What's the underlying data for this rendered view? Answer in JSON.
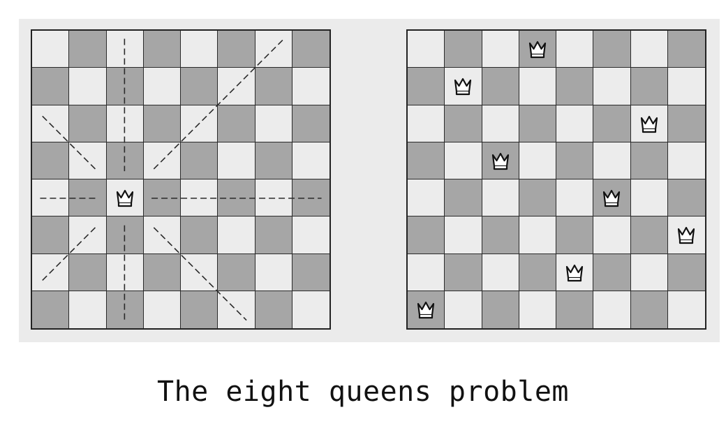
{
  "caption": "The eight queens problem",
  "colors": {
    "light_square": "#ececec",
    "dark_square": "#a6a6a6",
    "grid_line": "#2a2a2a",
    "panel": "#ebebeb"
  },
  "left_board": {
    "queen": {
      "row": 4,
      "col": 2
    },
    "attack_lines": "dashed lines along the queen's row, column and both diagonals",
    "icon": "crown-queen-icon"
  },
  "right_board": {
    "queens": [
      {
        "row": 0,
        "col": 3
      },
      {
        "row": 1,
        "col": 1
      },
      {
        "row": 2,
        "col": 6
      },
      {
        "row": 3,
        "col": 2
      },
      {
        "row": 4,
        "col": 5
      },
      {
        "row": 5,
        "col": 7
      },
      {
        "row": 6,
        "col": 4
      },
      {
        "row": 7,
        "col": 0
      }
    ],
    "icon": "crown-queen-icon"
  }
}
